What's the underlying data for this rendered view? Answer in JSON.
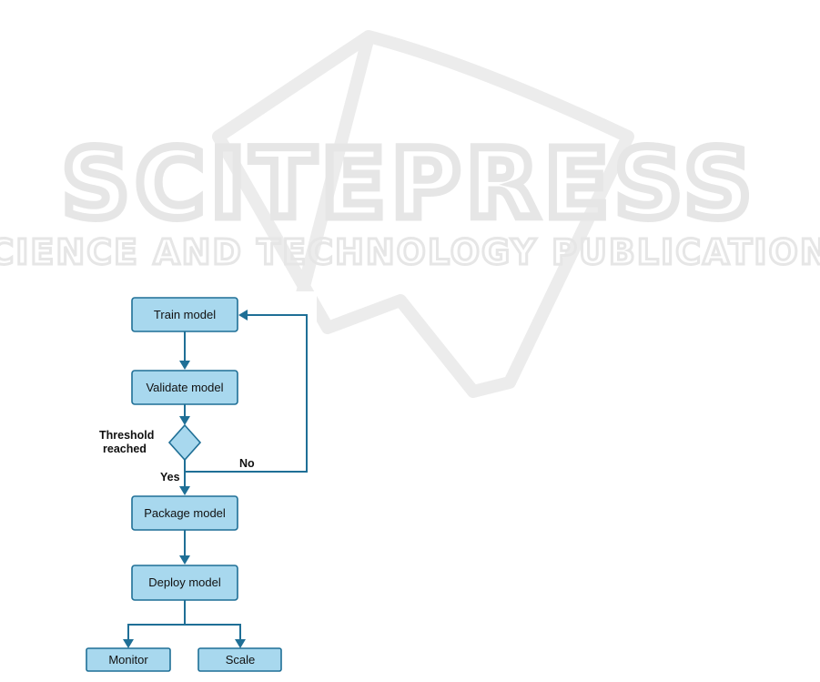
{
  "watermark": {
    "title": "SCITEPRESS",
    "subtitle": "SCIENCE AND TECHNOLOGY PUBLICATIONS"
  },
  "nodes": {
    "train": "Train model",
    "validate": "Validate model",
    "package": "Package model",
    "deploy": "Deploy model",
    "monitor": "Monitor",
    "scale": "Scale"
  },
  "decision": {
    "label_line1": "Threshold",
    "label_line2": "reached",
    "yes": "Yes",
    "no": "No"
  }
}
